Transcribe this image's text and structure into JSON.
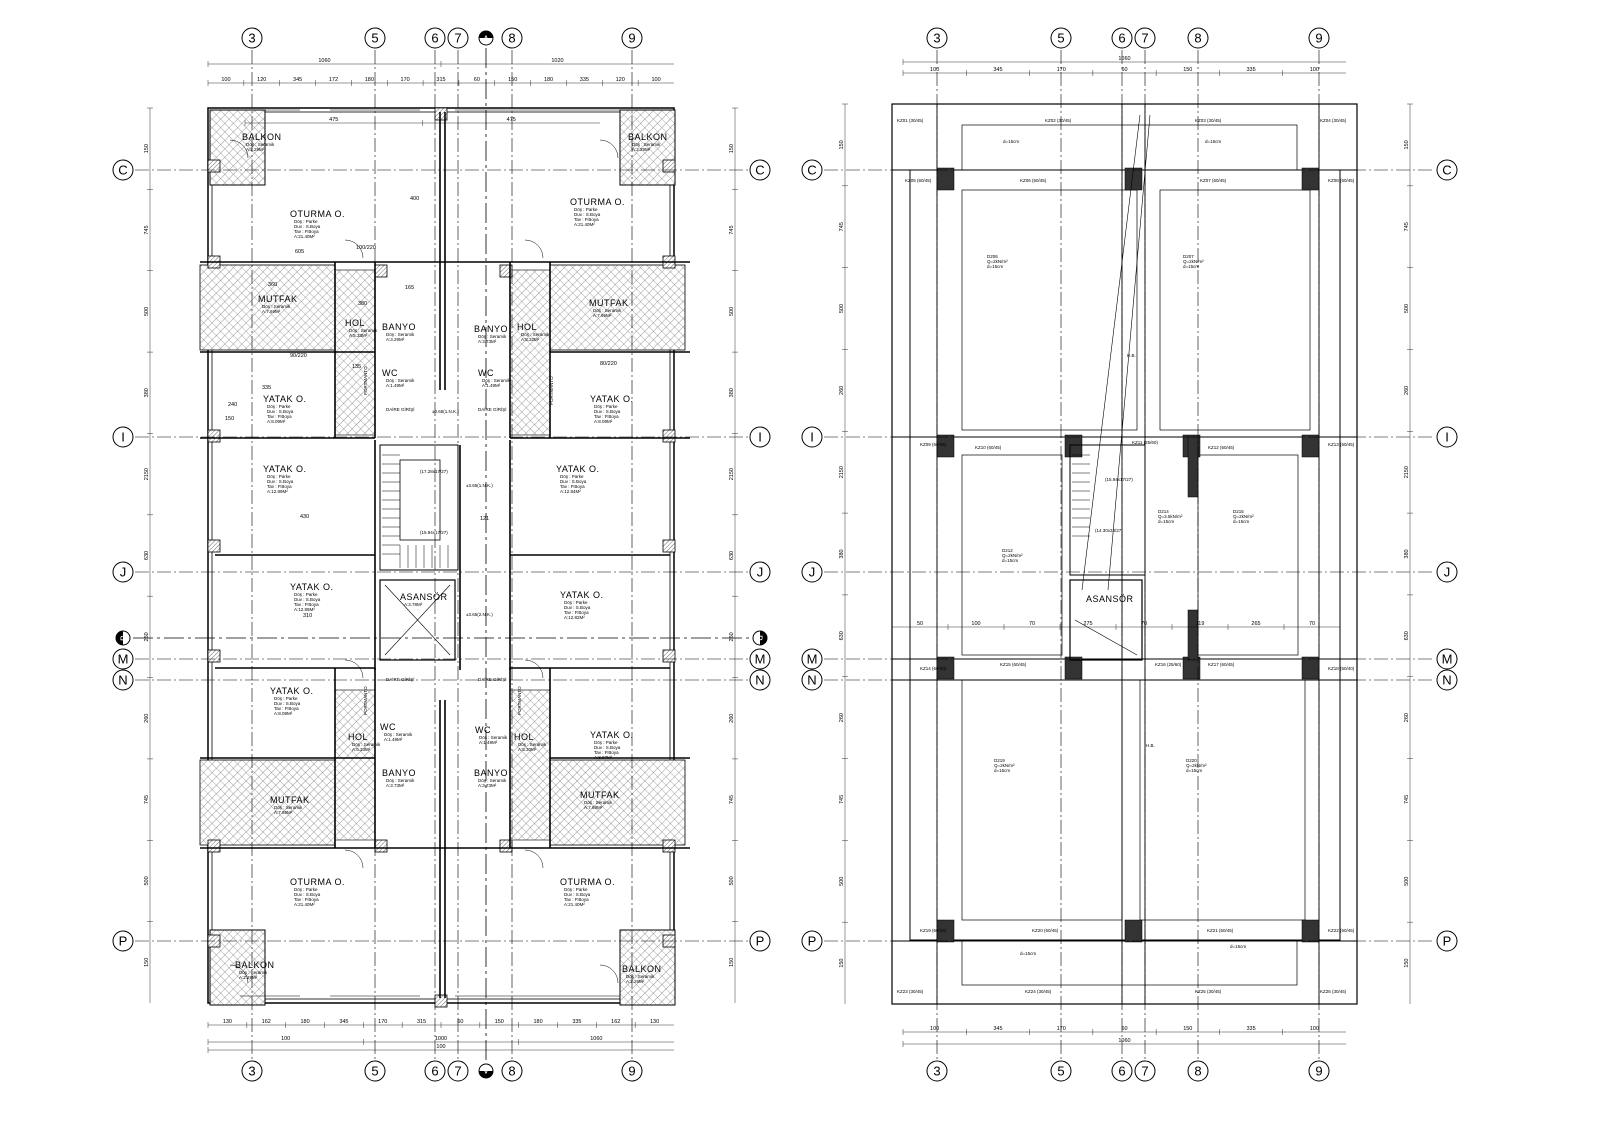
{
  "grid_axes": {
    "vertical": [
      "3",
      "5",
      "6",
      "7",
      "8",
      "9"
    ],
    "horizontal": [
      "C",
      "I",
      "J",
      "M",
      "N",
      "P"
    ]
  },
  "section_marks": [
    "A",
    "B"
  ],
  "left_plan": {
    "rooms": [
      {
        "name": "BALKON",
        "lines": [
          "Döş : Seramik",
          "A:2.29M²"
        ]
      },
      {
        "name": "BALKON",
        "lines": [
          "Döş : Seramik",
          "A:2.29M²"
        ]
      },
      {
        "name": "OTURMA O.",
        "lines": [
          "Döş : Parke",
          "Duv : S.Boya",
          "Tav : P.Boya",
          "A:21.40M²"
        ]
      },
      {
        "name": "OTURMA O.",
        "lines": [
          "Döş : Parke",
          "Duv : S.Boya",
          "Tav : P.Boya",
          "A:21.40M²"
        ]
      },
      {
        "name": "MUTFAK",
        "lines": [
          "Döş : Seramik",
          "A:7.69M²"
        ]
      },
      {
        "name": "MUTFAK",
        "lines": [
          "Döş : Seramik",
          "A:7.69M²"
        ]
      },
      {
        "name": "HOL",
        "lines": [
          "Döş : Seramik",
          "A:5.33M²"
        ]
      },
      {
        "name": "HOL",
        "lines": [
          "Döş : Seramik",
          "A:5.32M²"
        ]
      },
      {
        "name": "BANYO",
        "lines": [
          "Döş : Seramik",
          "A:3.29M²"
        ]
      },
      {
        "name": "BANYO",
        "lines": [
          "Döş : Seramik",
          "A:3.73M²"
        ]
      },
      {
        "name": "WC",
        "lines": [
          "Döş : Seramik",
          "A:1.49M²"
        ]
      },
      {
        "name": "WC",
        "lines": [
          "Döş : Seramik",
          "A:1.49M²"
        ]
      },
      {
        "name": "YATAK O.",
        "lines": [
          "Döş : Parke",
          "Duv : S.Boya",
          "Tav : P.Boya",
          "A:8.09M²"
        ]
      },
      {
        "name": "YATAK O.",
        "lines": [
          "Döş : Parke",
          "Duv : S.Boya",
          "Tav : P.Boya",
          "A:8.09M²"
        ]
      },
      {
        "name": "YATAK O.",
        "lines": [
          "Döş : Parke",
          "Duv : S.Boya",
          "Tav : P.Boya",
          "A:12.89M²"
        ]
      },
      {
        "name": "YATAK O.",
        "lines": [
          "Döş : Parke",
          "Duv : S.Boya",
          "Tav : P.Boya",
          "A:12.84M²"
        ]
      },
      {
        "name": "YATAK O.",
        "lines": [
          "Döş : Parke",
          "Duv : S.Boya",
          "Tav : P.Boya",
          "A:12.89M²"
        ]
      },
      {
        "name": "YATAK O.",
        "lines": [
          "Döş : Parke",
          "Duv : S.Boya",
          "Tav : P.Boya",
          "A:12.82M²"
        ]
      },
      {
        "name": "ASANSÖR",
        "lines": [
          "A:3.78M²"
        ]
      },
      {
        "name": "YATAK O.",
        "lines": [
          "Döş : Parke",
          "Duv : S.Boya",
          "Tav : P.Boya",
          "A:8.08M²"
        ]
      },
      {
        "name": "YATAK O.",
        "lines": [
          "Döş : Parke",
          "Duv : S.Boya",
          "Tav : P.Boya",
          "A:8.07M²"
        ]
      },
      {
        "name": "HOL",
        "lines": [
          "Döş : Seramik",
          "A:5.33M²"
        ]
      },
      {
        "name": "HOL",
        "lines": [
          "Döş : Seramik",
          "A:5.30M²"
        ]
      },
      {
        "name": "WC",
        "lines": [
          "Döş : Seramik",
          "A:1.49M²"
        ]
      },
      {
        "name": "WC",
        "lines": [
          "Döş : Seramik",
          "A:1.49M²"
        ]
      },
      {
        "name": "BANYO",
        "lines": [
          "Döş : Seramik",
          "A:3.73M²"
        ]
      },
      {
        "name": "BANYO",
        "lines": [
          "Döş : Seramik",
          "A:3.73M²"
        ]
      },
      {
        "name": "MUTFAK",
        "lines": [
          "Döş : Seramik",
          "A:7.69M²"
        ]
      },
      {
        "name": "MUTFAK",
        "lines": [
          "Döş : Seramik",
          "A:7.69M²"
        ]
      },
      {
        "name": "OTURMA O.",
        "lines": [
          "Döş : Parke",
          "Duv : S.Boya",
          "Tav : P.Boya",
          "A:21.40M²"
        ]
      },
      {
        "name": "OTURMA O.",
        "lines": [
          "Döş : Parke",
          "Duv : S.Boya",
          "Tav : P.Boya",
          "A:21.40M²"
        ]
      },
      {
        "name": "BALKON",
        "lines": [
          "Döş : Seramik",
          "A:2.29M²"
        ]
      },
      {
        "name": "BALKON",
        "lines": [
          "Döş : Seramik",
          "A:2.29M²"
        ]
      }
    ],
    "labels": {
      "daire_girisi": "DAİRE GİRİŞİ",
      "level_1": "±0.65(1.N.K.)",
      "level_2": "±3.65(1.N.K.)",
      "level_3": "±3.65(2.N.K.)",
      "stair_1": "(17.28x17/27)",
      "stair_2": "(15.94x17/27)",
      "portmanto": "PORTMANTO"
    },
    "dimensions_top": [
      "100",
      "120",
      "345",
      "172",
      "180",
      "170",
      "315",
      "60",
      "150",
      "180",
      "335",
      "120",
      "100",
      "1060",
      "1020",
      "475",
      "475"
    ],
    "dimensions_bottom": [
      "130",
      "162",
      "180",
      "345",
      "170",
      "315",
      "60",
      "150",
      "180",
      "335",
      "162",
      "130",
      "100",
      "1000",
      "1060",
      "100"
    ],
    "dimensions_side": [
      "150",
      "745",
      "500",
      "380",
      "2150",
      "630",
      "260",
      "260",
      "745",
      "500",
      "150"
    ],
    "room_dims": [
      "605",
      "400",
      "360",
      "380",
      "335",
      "240",
      "150",
      "430",
      "310",
      "121",
      "135",
      "165",
      "90/220",
      "100/220",
      "80/220"
    ]
  },
  "right_plan": {
    "beams_top": [
      "KZ01 (30/45)",
      "KZ02 (30/45)",
      "KZ03 (30/45)",
      "KZ04 (30/45)"
    ],
    "beams_c": [
      "KZ05 (60/45)",
      "KZ06 (60/45)",
      "KZ07 (60/45)",
      "KZ08 (60/45)"
    ],
    "beams_i": [
      "KZ09 (60/45)",
      "KZ10 (60/45)",
      "KZ11 (25/60)",
      "KZ12 (60/45)",
      "KZ13 (60/45)"
    ],
    "beams_m": [
      "KZ14 (60/40)",
      "KZ15 (60/45)",
      "KZ16 (25/60)",
      "KZ17 (60/45)",
      "KZ18 (60/40)"
    ],
    "beams_p": [
      "KZ19 (60/45)",
      "KZ20 (60/45)",
      "KZ21 (60/45)",
      "KZ22 (60/45)"
    ],
    "beams_bottom": [
      "KZ23 (30/45)",
      "KZ24 (30/45)",
      "KZ25 (30/45)",
      "KZ26 (30/45)"
    ],
    "slabs": [
      {
        "id": "D206",
        "lines": [
          "Q=2kN/m²",
          "d=15cm"
        ]
      },
      {
        "id": "D207",
        "lines": [
          "Q=2kN/m²",
          "d=15cm"
        ]
      },
      {
        "id": "D212",
        "lines": [
          "Q=2kN/m²",
          "d=15cm"
        ]
      },
      {
        "id": "D214",
        "lines": [
          "Q=3.5kN/m²",
          "d=15cm"
        ]
      },
      {
        "id": "D215",
        "lines": [
          "Q=2kN/m²",
          "d=15cm"
        ]
      },
      {
        "id": "D219",
        "lines": [
          "Q=2kN/m²",
          "d=15cm"
        ]
      },
      {
        "id": "D220",
        "lines": [
          "Q=2kN/m²",
          "d=15cm"
        ]
      }
    ],
    "labels": {
      "asansor": "ASANSÖR",
      "hb": "H.B.",
      "stair_1": "(15.94x17/27)",
      "stair_2": "(14.30x34/27)",
      "d15": "d=15cm"
    },
    "dimensions_top": [
      "100",
      "345",
      "170",
      "60",
      "150",
      "335",
      "100",
      "1060"
    ],
    "dimensions_bottom": [
      "100",
      "345",
      "170",
      "60",
      "150",
      "335",
      "100",
      "1060"
    ],
    "dimensions_mid": [
      "50",
      "100",
      "70",
      "275",
      "70",
      "119",
      "265",
      "70"
    ],
    "dimensions_side": [
      "150",
      "745",
      "500",
      "260",
      "2150",
      "380",
      "630",
      "260",
      "745",
      "500",
      "150"
    ]
  }
}
